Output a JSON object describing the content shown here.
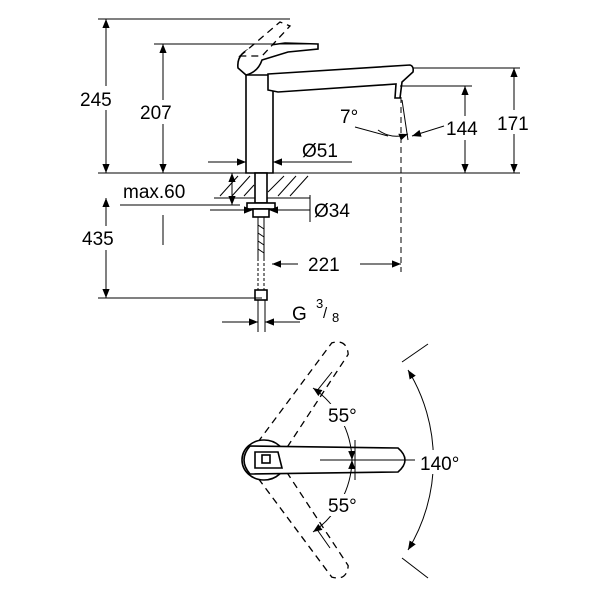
{
  "side_view": {
    "dim_total_height": "245",
    "dim_spout_height": "207",
    "dim_spout_angle": "7°",
    "dim_outlet_height": "144",
    "dim_outlet_top": "171",
    "dim_base_diameter": "Ø51",
    "dim_max_thickness": "max.60",
    "dim_hole_diameter": "Ø34",
    "dim_below_deck": "435",
    "dim_reach": "221",
    "thread_prefix": "G",
    "thread_numerator": "3",
    "thread_denominator": "8"
  },
  "top_view": {
    "angle_upper": "55°",
    "angle_lower": "55°",
    "angle_total": "140°"
  }
}
